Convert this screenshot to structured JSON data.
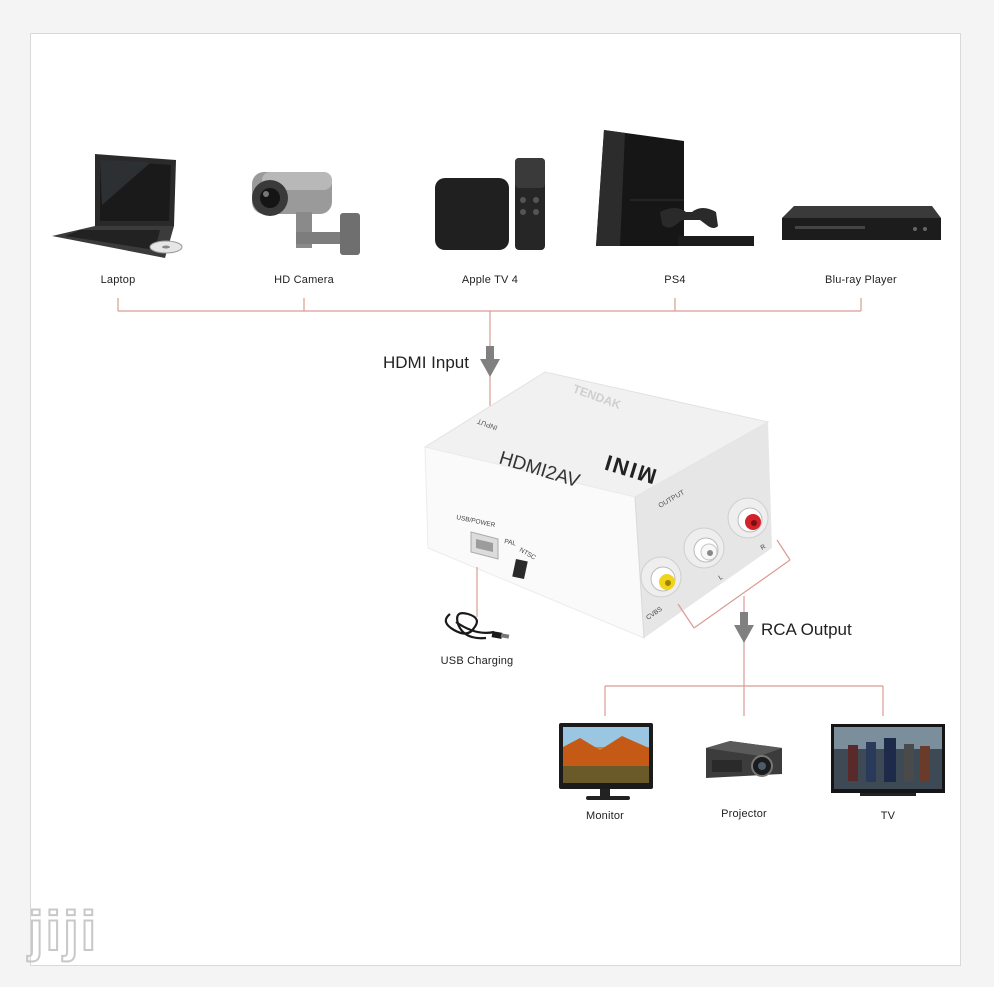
{
  "inputs": {
    "laptop": "Laptop",
    "hd_camera": "HD Camera",
    "apple_tv": "Apple TV 4",
    "ps4": "PS4",
    "bluray": "Blu-ray Player"
  },
  "hdmi_input_label": "HDMI Input",
  "converter": {
    "brand": "TENDAK",
    "model_mini": "MINI",
    "model_name": "HDMI2AV",
    "input_port": "INPUT",
    "output_port": "OUTPUT",
    "usb_power": "USB/POWER",
    "pal": "PAL",
    "ntsc": "NTSC",
    "cvbs": "CVBS",
    "left": "L",
    "right": "R"
  },
  "usb_charging_label": "USB Charging",
  "rca_output_label": "RCA Output",
  "outputs": {
    "monitor": "Monitor",
    "projector": "Projector",
    "tv": "TV"
  },
  "watermark": "jiji",
  "colors": {
    "connector_line": "#d99c93",
    "arrow": "#808080",
    "rca_red": "#d2232a",
    "rca_yellow": "#f2d31b"
  }
}
